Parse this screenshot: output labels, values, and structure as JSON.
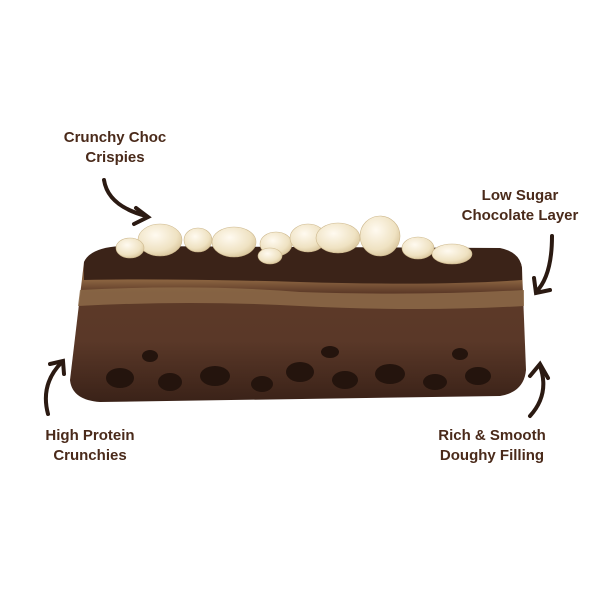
{
  "labels": {
    "crispies": {
      "line1": "Crunchy Choc",
      "line2": "Crispies"
    },
    "layer": {
      "line1": "Low Sugar",
      "line2": "Chocolate Layer"
    },
    "crunchies": {
      "line1": "High Protein",
      "line2": "Crunchies"
    },
    "filling": {
      "line1": "Rich & Smooth",
      "line2": "Doughy Filling"
    }
  },
  "colors": {
    "text": "#4a2a1a",
    "arrow": "#2b1a12",
    "chocolate_dark": "#3a2218",
    "chocolate_mid": "#5a3626",
    "dough": "#6b4a36",
    "crispies": "#f1e6c8"
  },
  "icons": [
    "curved-arrow-icon"
  ]
}
